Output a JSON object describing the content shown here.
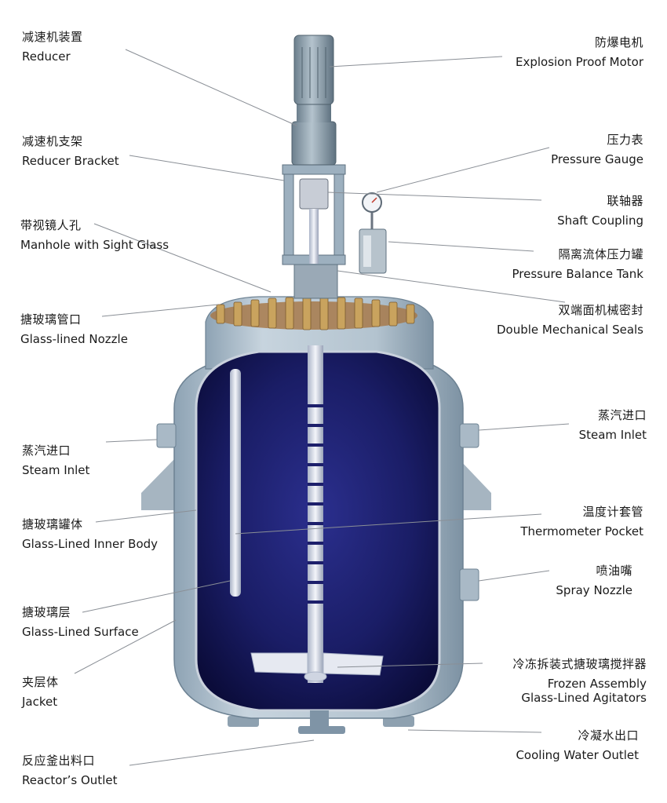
{
  "labels_left": [
    {
      "id": "reducer",
      "zh": "减速机装置",
      "en": "Reducer"
    },
    {
      "id": "reducer-bracket",
      "zh": "减速机支架",
      "en": "Reducer Bracket"
    },
    {
      "id": "manhole",
      "zh": "带视镜人孔",
      "en": "Manhole with Sight Glass"
    },
    {
      "id": "glass-lined-nozzle",
      "zh": "搪玻璃管口",
      "en": "Glass-lined Nozzle"
    },
    {
      "id": "steam-inlet-left",
      "zh": "蒸汽进口",
      "en": "Steam Inlet"
    },
    {
      "id": "inner-body",
      "zh": "搪玻璃罐体",
      "en": "Glass-Lined Inner Body"
    },
    {
      "id": "glass-lined-surface",
      "zh": "搪玻璃层",
      "en": "Glass-Lined Surface"
    },
    {
      "id": "jacket",
      "zh": "夹层体",
      "en": "Jacket"
    },
    {
      "id": "reactor-outlet",
      "zh": "反应釜出料口",
      "en": "Reactor’s Outlet"
    }
  ],
  "labels_right": [
    {
      "id": "motor",
      "zh": "防爆电机",
      "en": "Explosion Proof Motor"
    },
    {
      "id": "pressure-gauge",
      "zh": "压力表",
      "en": "Pressure Gauge"
    },
    {
      "id": "shaft-coupling",
      "zh": "联轴器",
      "en": "Shaft  Coupling"
    },
    {
      "id": "pressure-balance-tank",
      "zh": "隔离流体压力罐",
      "en": "Pressure Balance Tank"
    },
    {
      "id": "mechanical-seals",
      "zh": "双端面机械密封",
      "en": "Double Mechanical Seals"
    },
    {
      "id": "steam-inlet-right",
      "zh": "蒸汽进口",
      "en": "Steam Inlet"
    },
    {
      "id": "thermometer-pocket",
      "zh": "温度计套管",
      "en": "Thermometer Pocket"
    },
    {
      "id": "spray-nozzle",
      "zh": "喷油嘴",
      "en": "Spray Nozzle"
    },
    {
      "id": "agitators",
      "zh": "冷冻拆装式搪玻璃搅拌器",
      "en": "Frozen Assembly",
      "en2": "Glass-Lined Agitators"
    },
    {
      "id": "cooling-water-outlet",
      "zh": "冷凝水出口",
      "en": "Cooling Water Outlet"
    }
  ],
  "colors": {
    "jacket": "#aebfcc",
    "jacket_dark": "#7f94a6",
    "inner": "#1c1f6b",
    "inner_deep": "#0d0f45",
    "shaft": "#dfe3ec",
    "brass": "#b89a5e",
    "leader": "#8a8f96"
  }
}
